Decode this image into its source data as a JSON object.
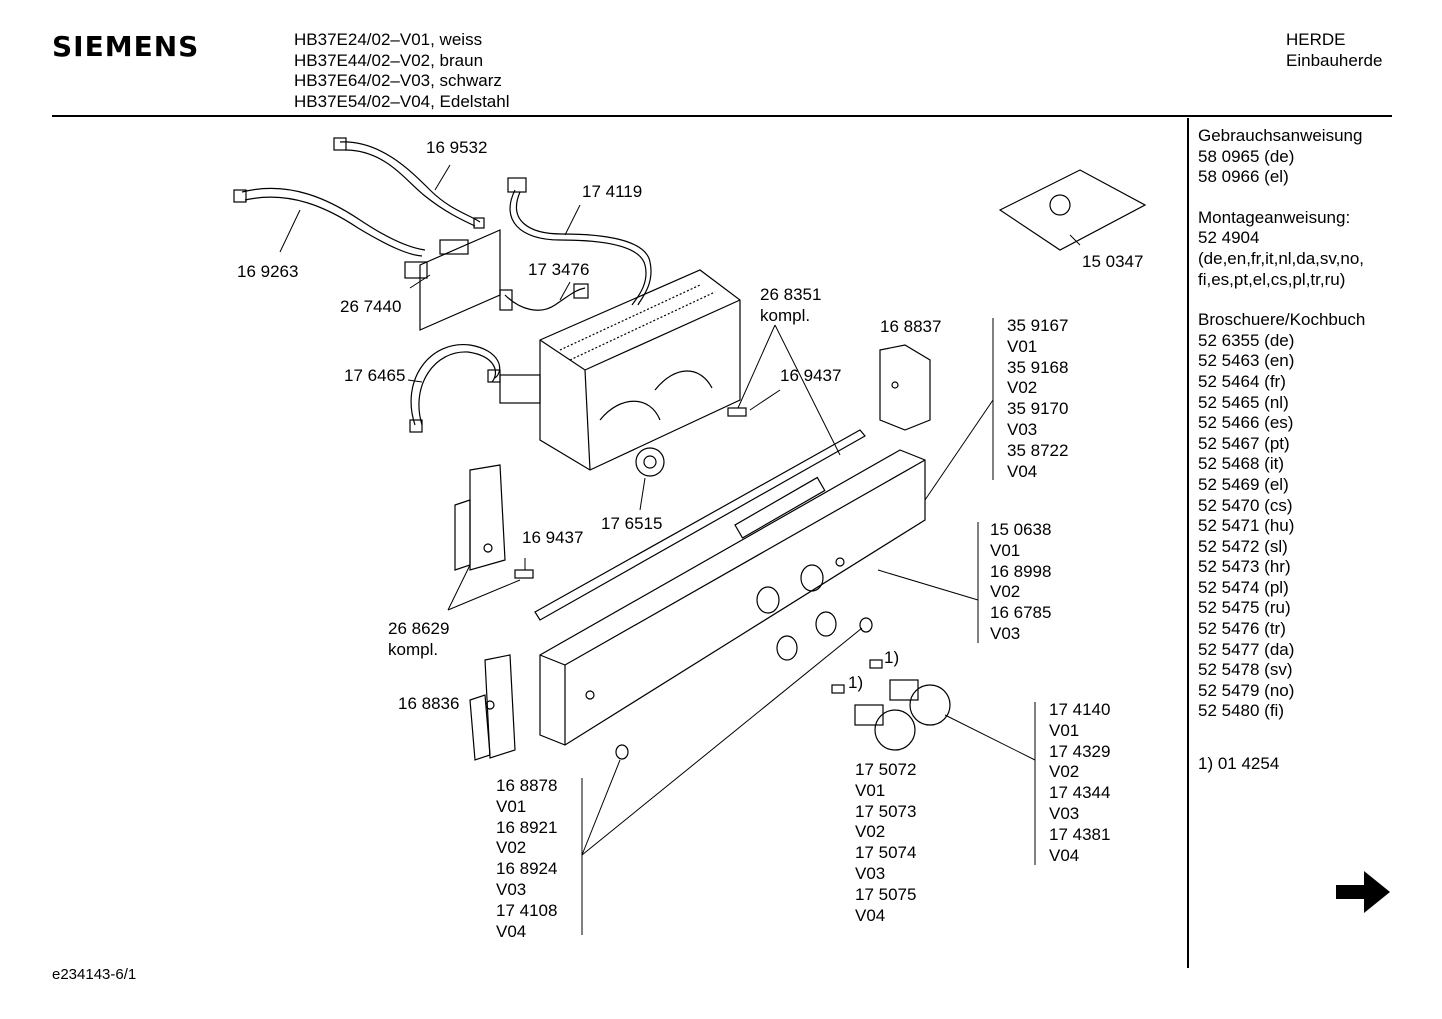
{
  "header": {
    "brand": "SIEMENS",
    "models": [
      "HB37E24/02–V01, weiss",
      "HB37E44/02–V02, braun",
      "HB37E64/02–V03, schwarz",
      "HB37E54/02–V04, Edelstahl"
    ],
    "category": [
      "HERDE",
      "Einbauherde"
    ]
  },
  "sidebar": {
    "gebrauch": [
      "Gebrauchsanweisung",
      "58 0965 (de)",
      "58 0966 (el)"
    ],
    "montage": [
      "Montageanweisung:",
      "52 4904",
      "(de,en,fr,it,nl,da,sv,no,",
      "fi,es,pt,el,cs,pl,tr,ru)"
    ],
    "broschuere": [
      "Broschuere/Kochbuch",
      "52 6355 (de)",
      "52 5463 (en)",
      "52 5464 (fr)",
      "52 5465 (nl)",
      "52 5466 (es)",
      "52 5467 (pt)",
      "52 5468 (it)",
      "52 5469 (el)",
      "52 5470 (cs)",
      "52 5471 (hu)",
      "52 5472 (sl)",
      "52 5473 (hr)",
      "52 5474 (pl)",
      "52 5475 (ru)",
      "52 5476 (tr)",
      "52 5477 (da)",
      "52 5478 (sv)",
      "52 5479 (no)",
      "52 5480 (fi)"
    ],
    "footnote": "1) 01 4254"
  },
  "parts": {
    "p169532": "16 9532",
    "p174119": "17 4119",
    "p169263": "16 9263",
    "p267440": "26 7440",
    "p173476": "17 3476",
    "p268351": [
      "26 8351",
      "kompl."
    ],
    "p150347": "15 0347",
    "p176465": "17 6465",
    "p168837": "16 8837",
    "p169437a": "16 9437",
    "p176515": "17 6515",
    "p169437b": "16 9437",
    "p268629": [
      "26 8629",
      "kompl."
    ],
    "p168836": "16 8836",
    "fn1a": "1)",
    "fn1b": "1)",
    "group_359167": [
      "35 9167",
      "V01",
      "35 9168",
      "V02",
      "35 9170",
      "V03",
      "35 8722",
      "V04"
    ],
    "group_150638": [
      "15 0638",
      "V01",
      "16 8998",
      "V02",
      "16 6785",
      "V03"
    ],
    "group_174140": [
      "17 4140",
      "V01",
      "17 4329",
      "V02",
      "17 4344",
      "V03",
      "17 4381",
      "V04"
    ],
    "group_175072": [
      "17 5072",
      "V01",
      "17 5073",
      "V02",
      "17 5074",
      "V03",
      "17 5075",
      "V04"
    ],
    "group_168878": [
      "16 8878",
      "V01",
      "16 8921",
      "V02",
      "16 8924",
      "V03",
      "17 4108",
      "V04"
    ]
  },
  "footer": {
    "doc_id": "e234143-6/1"
  },
  "icons": {
    "next_page": "arrow-right-icon"
  }
}
